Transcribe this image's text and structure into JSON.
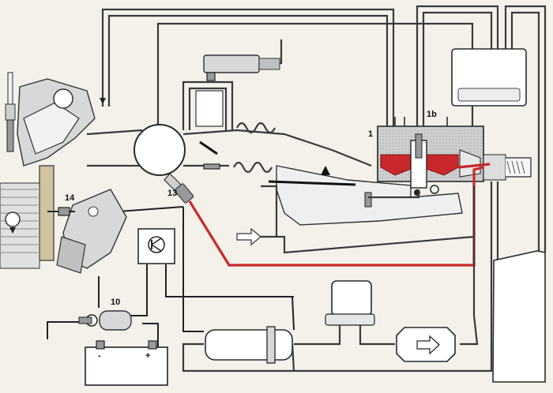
{
  "diagram": {
    "labels": {
      "l1": "1",
      "l1b": "1b",
      "l10": "10",
      "l13": "13",
      "l14": "14"
    },
    "battery": {
      "minus": "-",
      "plus": "+"
    },
    "colors": {
      "fuel_line": "#c8282a",
      "paper": "#f4f1ea",
      "line": "#2a2a2a"
    }
  }
}
